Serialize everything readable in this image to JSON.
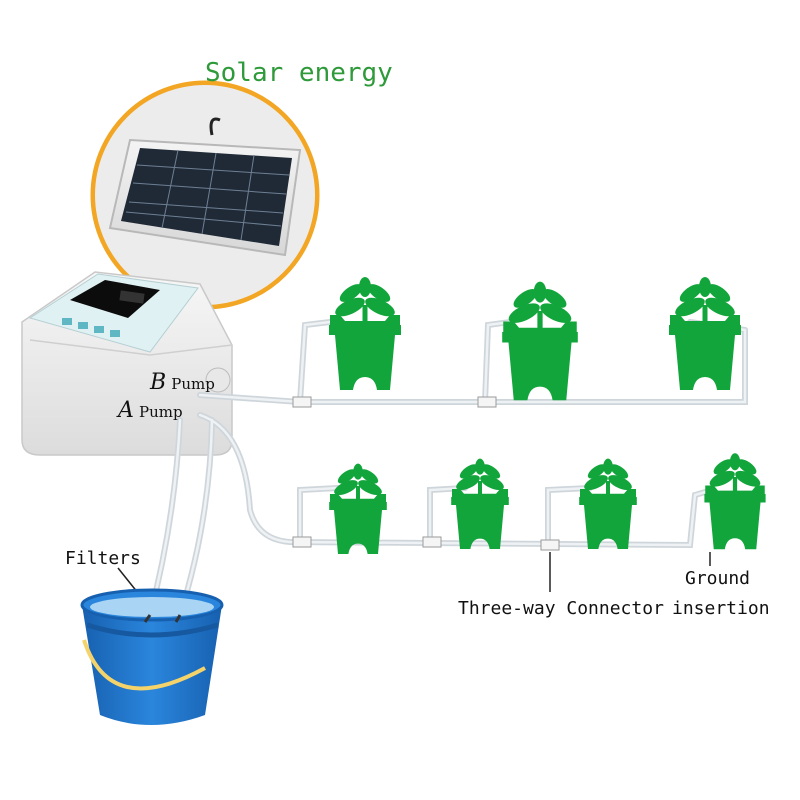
{
  "labels": {
    "solar": "Solar energy",
    "pump_b_letter": "B",
    "pump_b_word": "Pump",
    "pump_a_letter": "A",
    "pump_a_word": "Pump",
    "filters": "Filters",
    "connector": "Three-way Connector",
    "ground_line1": "Ground",
    "ground_line2": "insertion"
  },
  "colors": {
    "plant_green": "#12a53b",
    "solar_ring": "#f2a623",
    "bucket_blue": "#1d73c9",
    "bucket_handle": "#f5d36b",
    "solar_label": "#2f9a3a"
  },
  "icons": [
    "solar-panel-icon",
    "controller-device-icon",
    "water-bucket-icon",
    "potted-plant-icon",
    "three-way-connector-icon"
  ]
}
